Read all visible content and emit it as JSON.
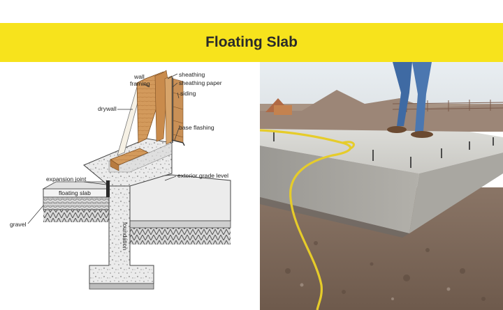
{
  "banner": {
    "title": "Floating Slab",
    "color": "#f7e31c"
  },
  "diagram": {
    "labels": {
      "wall_framing_1": "wall",
      "wall_framing_2": "framing",
      "drywall": "drywall",
      "sheathing": "sheathing",
      "sheathing_paper": "sheathing paper",
      "siding": "siding",
      "base_flashing": "base flashing",
      "exterior_grade_level": "exterior grade level",
      "expansion_joint": "expansion joint",
      "floating_slab": "floating slab",
      "gravel": "gravel",
      "foundation": "foundation"
    }
  },
  "photo": {
    "subject": "concrete-floating-slab-on-site-photo"
  }
}
